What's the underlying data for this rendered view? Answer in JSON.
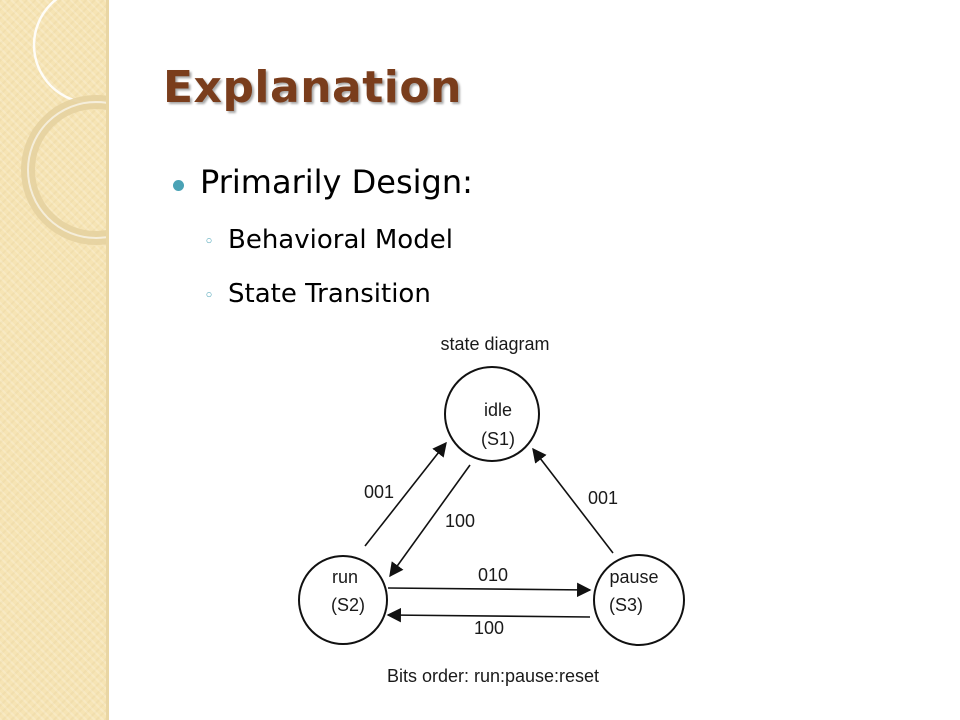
{
  "slide": {
    "title": "Explanation",
    "bullets": [
      {
        "text": "Primarily Design:",
        "sub": [
          {
            "marker": "◦",
            "text": "Behavioral Model"
          },
          {
            "marker": "◦",
            "text": "State Transition"
          }
        ]
      }
    ]
  },
  "diagram": {
    "title": "state diagram",
    "caption": "Bits order: run:pause:reset",
    "states": {
      "idle": {
        "name": "idle",
        "code": "(S1)"
      },
      "run": {
        "name": "run",
        "code": "(S2)"
      },
      "pause": {
        "name": "pause",
        "code": "(S3)"
      }
    },
    "transitions": {
      "run_to_idle": "001",
      "idle_to_run": "100",
      "pause_to_idle": "001",
      "run_to_pause": "010",
      "pause_to_run": "100"
    }
  },
  "colors": {
    "title": "#7a3d1c",
    "bullet": "#4aa2b5",
    "sidebar": "#f6e4b4"
  }
}
